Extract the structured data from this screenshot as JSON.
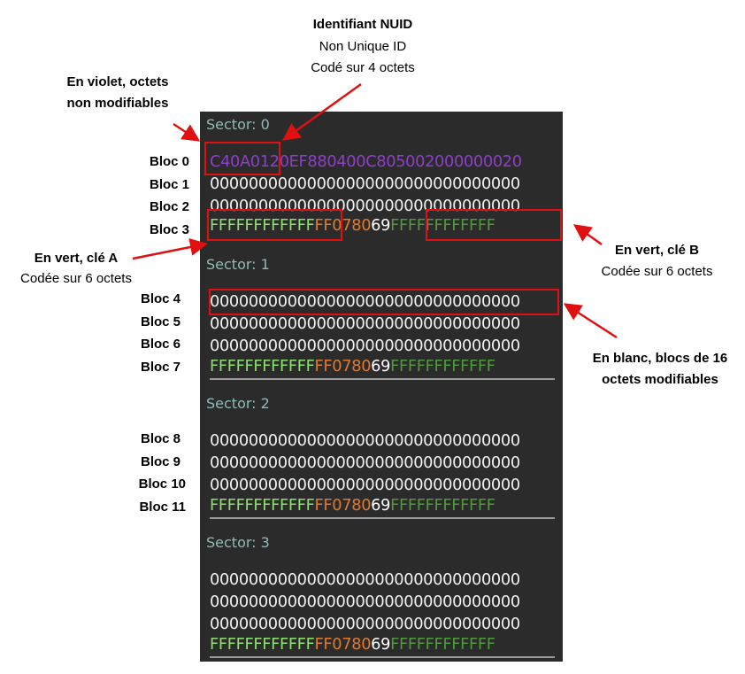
{
  "annotations": {
    "nuid": {
      "title": "Identifiant NUID",
      "line1": "Non Unique ID",
      "line2": "Codé sur 4 octets"
    },
    "violet": {
      "line1": "En violet, octets",
      "line2": "non modifiables"
    },
    "keyA": {
      "line1": "En vert, clé A",
      "line2": "Codée sur 6 octets"
    },
    "keyB": {
      "line1": "En vert, clé B",
      "line2": "Codée sur 6 octets"
    },
    "white": {
      "line1": "En blanc, blocs de 16",
      "line2": "octets modifiables"
    }
  },
  "bloc_labels": [
    "Bloc 0",
    "Bloc 1",
    "Bloc 2",
    "Bloc 3",
    "Bloc 4",
    "Bloc 5",
    "Bloc 6",
    "Bloc 7",
    "Bloc 8",
    "Bloc 9",
    "Bloc 10",
    "Bloc 11"
  ],
  "colors": {
    "nuid": "#8e3fc8",
    "keyA": "#8ee06e",
    "access": "#e07a2e",
    "keyB": "#4f9a3a",
    "data": "#f2f2f2",
    "highlight": "#e01010"
  },
  "sectors": [
    {
      "title": "Sector: 0",
      "block0": {
        "nuid": "C40A01",
        "rest": "20EF880400C805002000000020"
      },
      "blocks": [
        "00000000000000000000000000000000",
        "00000000000000000000000000000000"
      ],
      "trailer": {
        "keyA": "FFFFFFFFFFFF",
        "access": "FF0780",
        "gpb": "69",
        "keyB": "FFFFFFFFFFFF"
      }
    },
    {
      "title": "Sector: 1",
      "blocks": [
        "00000000000000000000000000000000",
        "00000000000000000000000000000000",
        "00000000000000000000000000000000"
      ],
      "trailer": {
        "keyA": "FFFFFFFFFFFF",
        "access": "FF0780",
        "gpb": "69",
        "keyB": "FFFFFFFFFFFF"
      }
    },
    {
      "title": "Sector: 2",
      "blocks": [
        "00000000000000000000000000000000",
        "00000000000000000000000000000000",
        "00000000000000000000000000000000"
      ],
      "trailer": {
        "keyA": "FFFFFFFFFFFF",
        "access": "FF0780",
        "gpb": "69",
        "keyB": "FFFFFFFFFFFF"
      }
    },
    {
      "title": "Sector: 3",
      "blocks": [
        "00000000000000000000000000000000",
        "00000000000000000000000000000000",
        "00000000000000000000000000000000"
      ],
      "trailer": {
        "keyA": "FFFFFFFFFFFF",
        "access": "FF0780",
        "gpb": "69",
        "keyB": "FFFFFFFFFFFF"
      }
    }
  ]
}
